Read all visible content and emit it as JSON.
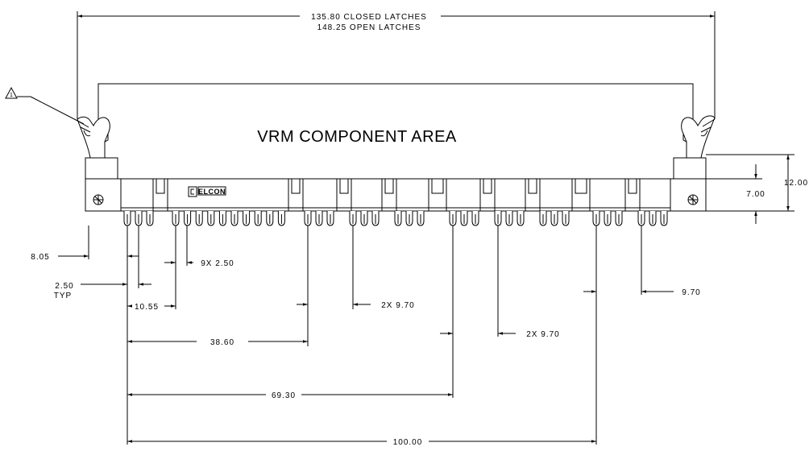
{
  "drawing": {
    "component_area_label": "VRM COMPONENT AREA",
    "logo_text": "ELCON",
    "revision_mark": "1",
    "dimensions": {
      "overall_closed": "135.80 CLOSED LATCHES",
      "overall_open": "148.25 OPEN LATCHES",
      "height_total": "12.00",
      "height_body": "7.00",
      "edge_offset": "8.05",
      "pitch": "2.50",
      "pitch_note": "TYP",
      "first_group": "10.55",
      "group_pitch": "9X 2.50",
      "dim_38": "38.60",
      "dim_69": "69.30",
      "dim_100": "100.00",
      "dim_2x_a": "2X 9.70",
      "dim_2x_b": "2X 9.70",
      "dim_single": "9.70"
    }
  }
}
